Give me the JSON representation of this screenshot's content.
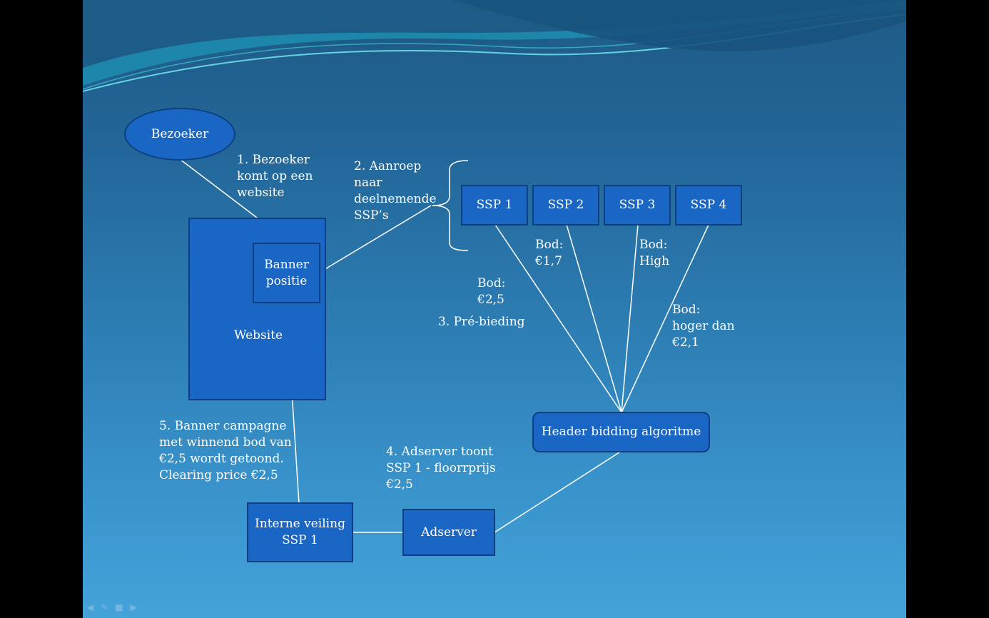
{
  "nodes": {
    "bezoeker": "Bezoeker",
    "website": "Website",
    "banner_positie": "Banner\npositie",
    "ssp1": "SSP 1",
    "ssp2": "SSP 2",
    "ssp3": "SSP 3",
    "ssp4": "SSP 4",
    "header_bidding": "Header bidding algoritme",
    "adserver": "Adserver",
    "interne_veiling": "Interne veiling\nSSP 1"
  },
  "labels": {
    "step1": "1. Bezoeker\nkomt op een\nwebsite",
    "step2": "2. Aanroep\nnaar\ndeelnemende\nSSP’s",
    "bod_ssp1": "Bod:\n€2,5",
    "bod_ssp2": "Bod:\n€1,7",
    "bod_ssp3": "Bod:\nHigh",
    "bod_ssp4": "Bod:\nhoger dan\n€2,1",
    "step3": "3. Pré-bieding",
    "step4": "4. Adserver toont\nSSP 1 - floorrprijs\n€2,5",
    "step5": "5. Banner campagne\nmet winnend bod van\n€2,5 wordt getoond.\nClearing price €2,5"
  },
  "icons": [
    "arrow-left-icon",
    "pen-icon",
    "slide-icon",
    "arrow-right-icon"
  ],
  "colors": {
    "box_fill": "#1a66c4",
    "box_border": "#0d3f82",
    "line": "#ffffff"
  }
}
